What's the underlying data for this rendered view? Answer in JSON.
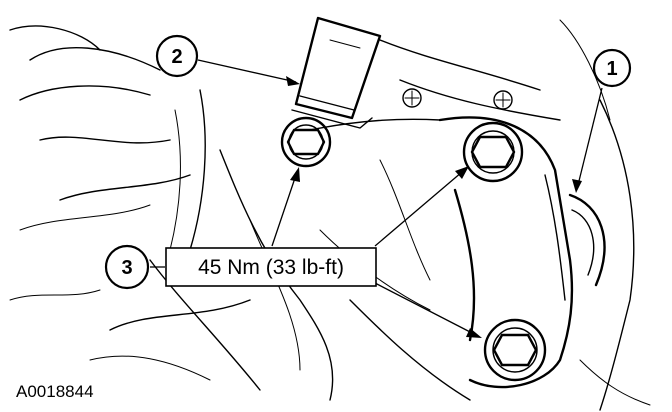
{
  "callouts": [
    {
      "label": "1"
    },
    {
      "label": "2"
    },
    {
      "label": "3"
    }
  ],
  "torque_spec": "45 Nm (33 lb-ft)",
  "figure_id": "A0018844"
}
